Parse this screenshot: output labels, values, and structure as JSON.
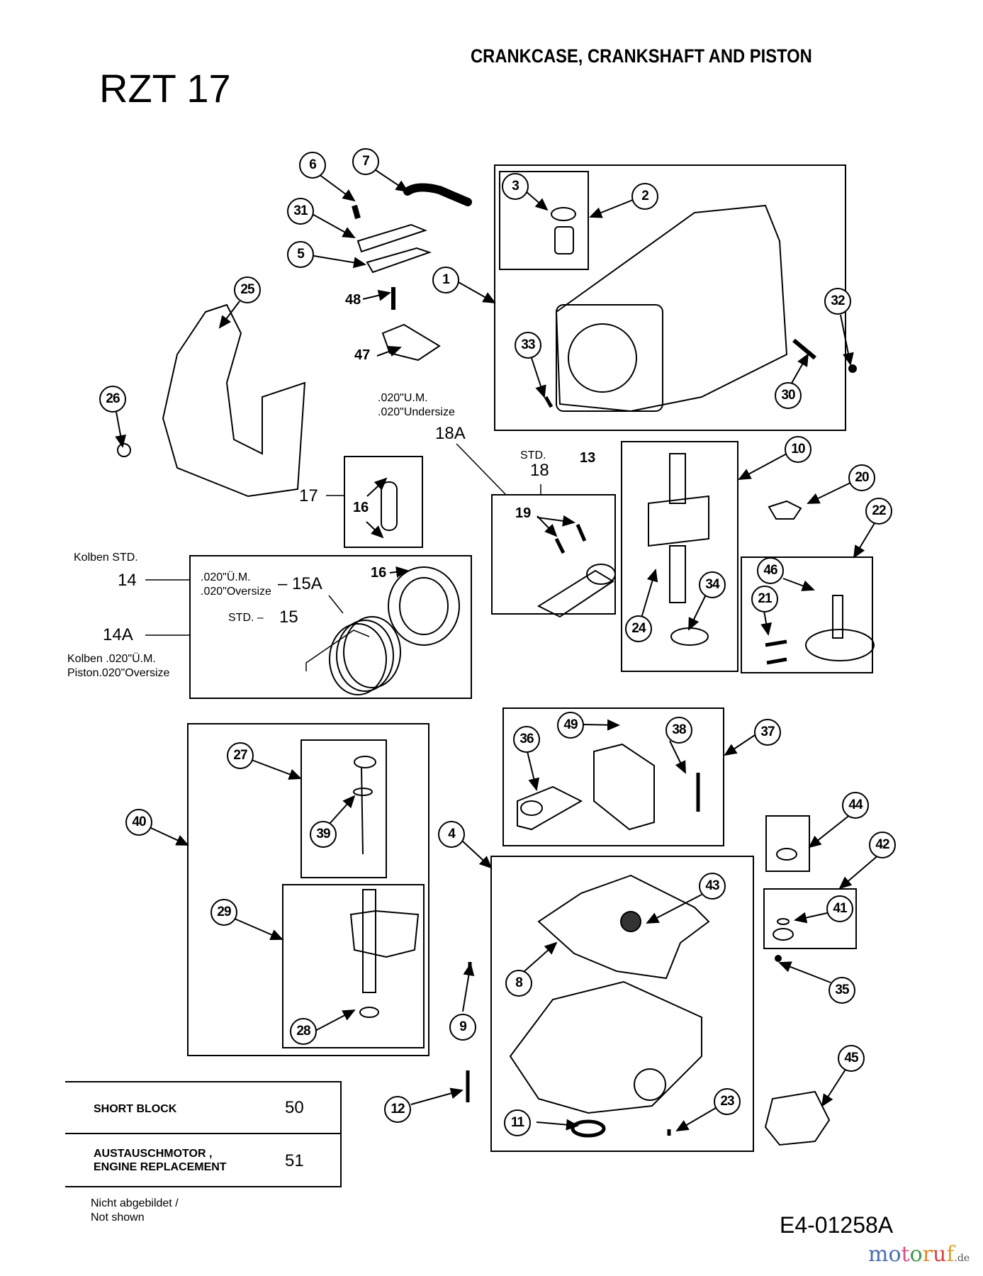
{
  "header": {
    "model": "RZT 17",
    "title": "CRANKCASE,  CRANKSHAFT AND  PISTON"
  },
  "callouts": {
    "c1": "1",
    "c2": "2",
    "c3": "3",
    "c4": "4",
    "c5": "5",
    "c6": "6",
    "c7": "7",
    "c8": "8",
    "c9": "9",
    "c10": "10",
    "c11": "11",
    "c12": "12",
    "c20": "20",
    "c21": "21",
    "c22": "22",
    "c23": "23",
    "c24": "24",
    "c25": "25",
    "c26": "26",
    "c27": "27",
    "c28": "28",
    "c29": "29",
    "c30": "30",
    "c31": "31",
    "c32": "32",
    "c33": "33",
    "c34": "34",
    "c35": "35",
    "c36": "36",
    "c37": "37",
    "c38": "38",
    "c39": "39",
    "c40": "40",
    "c41": "41",
    "c42": "42",
    "c43": "43",
    "c44": "44",
    "c45": "45",
    "c46": "46",
    "c49": "49"
  },
  "plain_labels": {
    "p48": "48",
    "p47": "47",
    "p13": "13",
    "p16a": "16",
    "p16b": "16",
    "p19": "19"
  },
  "piston_section": {
    "kolben_std": "Kolben STD.",
    "ref_14": "14",
    "ref_14a": "14A",
    "kolben_oversize_de": "Kolben .020\"Ü.M.",
    "piston_oversize_en": "Piston.020\"Oversize",
    "ring_oversize_de": ".020\"Ü.M.",
    "ring_oversize_en": ".020\"Oversize",
    "ref_15a": "– 15A",
    "std_label": "STD. –",
    "ref_15": "15",
    "ref_17": "17"
  },
  "conrod_section": {
    "undersize_de": ".020\"U.M.",
    "undersize_en": ".020\"Undersize",
    "ref_18a": "18A",
    "std_label": "STD.",
    "ref_18": "18"
  },
  "parts_table": {
    "rows": [
      {
        "label_line1": "SHORT BLOCK",
        "label_line2": "",
        "number": "50"
      },
      {
        "label_line1": "AUSTAUSCHMOTOR ,",
        "label_line2": "ENGINE REPLACEMENT",
        "number": "51"
      }
    ],
    "note_line1": "Nicht abgebildet /",
    "note_line2": "Not shown"
  },
  "footer": {
    "diagram_code": "E4-01258A",
    "logo_letters": [
      "m",
      "o",
      "t",
      "o",
      "r",
      "u",
      "f"
    ],
    "logo_colors": [
      "#4a6cb3",
      "#4a6cb3",
      "#d94f8a",
      "#3a9a4a",
      "#e08a2a",
      "#d64545",
      "#e0a030"
    ],
    "logo_suffix": ".de"
  }
}
